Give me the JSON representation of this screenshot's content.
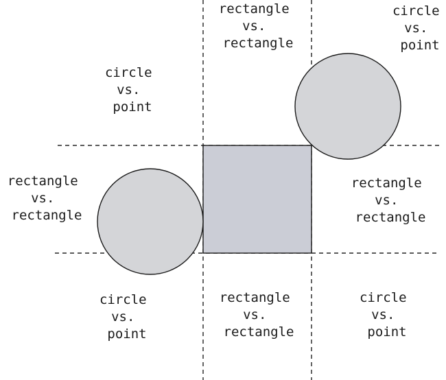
{
  "colors": {
    "circle_fill": "#d4d5d8",
    "rect_fill": "#cbcdd6",
    "outline": "#1a1a1a"
  },
  "regions": {
    "top_left": [
      "circle",
      "vs.",
      "point"
    ],
    "top_center": [
      "rectangle",
      "vs.",
      "rectangle"
    ],
    "top_right": [
      "circle",
      "vs.",
      "point"
    ],
    "middle_left": [
      "rectangle",
      "vs.",
      "rectangle"
    ],
    "middle_right": [
      "rectangle",
      "vs.",
      "rectangle"
    ],
    "bottom_left": [
      "circle",
      "vs.",
      "point"
    ],
    "bottom_center": [
      "rectangle",
      "vs.",
      "rectangle"
    ],
    "bottom_right": [
      "circle",
      "vs.",
      "point"
    ]
  }
}
